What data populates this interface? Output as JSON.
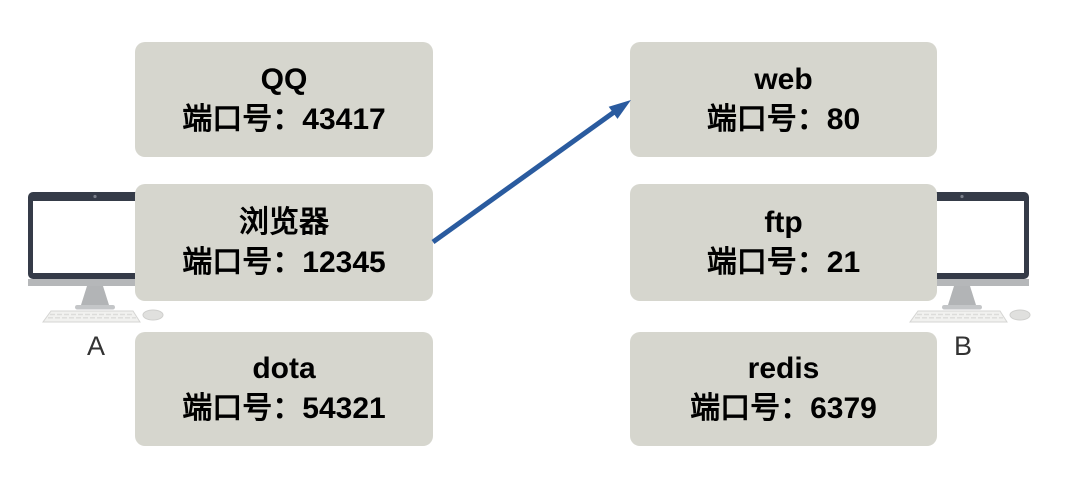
{
  "diagram_title": "process-port-mapping-between-two-hosts",
  "colors": {
    "box_bg": "#d6d6ce",
    "arrow": "#2a5b9f",
    "text": "#000000",
    "host_label": "#333333",
    "monitor_bezel": "#353b48",
    "monitor_screen": "#ffffff",
    "monitor_chin": "#b5b7b9",
    "stand_gray": "#b2b4b6",
    "keyboard_fill": "#f1f1ef",
    "keyboard_stroke": "#d5d5d3",
    "mouse_fill": "#e0e0de"
  },
  "host_a": {
    "label": "A",
    "apps": [
      {
        "name": "QQ",
        "port_line": "端口号：43417"
      },
      {
        "name": "浏览器",
        "port_line": "端口号：12345"
      },
      {
        "name": "dota",
        "port_line": "端口号：54321"
      }
    ]
  },
  "host_b": {
    "label": "B",
    "apps": [
      {
        "name": "web",
        "port_line": "端口号：80"
      },
      {
        "name": "ftp",
        "port_line": "端口号：21"
      },
      {
        "name": "redis",
        "port_line": "端口号：6379"
      }
    ]
  },
  "connection": {
    "from": "浏览器 端口号：12345",
    "to": "web 端口号：80"
  }
}
